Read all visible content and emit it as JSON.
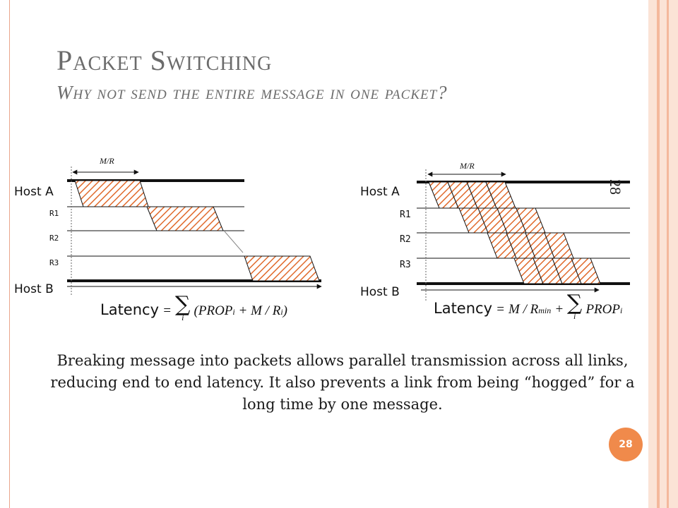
{
  "title": "Packet Switching",
  "subtitle": "Why not send the entire message in one packet?",
  "left_diagram": {
    "host_a": "Host A",
    "host_b": "Host B",
    "routers": [
      "R1",
      "R2",
      "R3"
    ],
    "interval_label": "M/R"
  },
  "right_diagram": {
    "host_a": "Host A",
    "host_b": "Host B",
    "routers": [
      "R1",
      "R2",
      "R3"
    ],
    "interval_label": "M/R",
    "side_number": "28"
  },
  "formula_left": {
    "word": "Latency",
    "eq": "=",
    "sum": "∑",
    "sub_index": "i",
    "expr": "(PROP",
    "expr_sub": "i",
    "expr_mid": " + M / R",
    "expr_end_sub": "i",
    "close": ")"
  },
  "formula_right": {
    "word": "Latency",
    "eq": "=",
    "lead": "M / R",
    "lead_sub": "min",
    "plus": " + ",
    "sum": "∑",
    "sub_index": "i",
    "term": "PROP",
    "term_sub": "i"
  },
  "paragraph": "Breaking message into packets allows parallel transmission across all links, reducing end to end latency. It also prevents a link from being “hogged” for a long time by one message.",
  "page_number": "28",
  "colors": {
    "accent": "#f08a4b",
    "frame": "#e9a58c",
    "band_light": "#fbe3d6",
    "band_mid": "#f4b89c",
    "hatch": "#e06a2c",
    "title": "#6b6b6b"
  }
}
